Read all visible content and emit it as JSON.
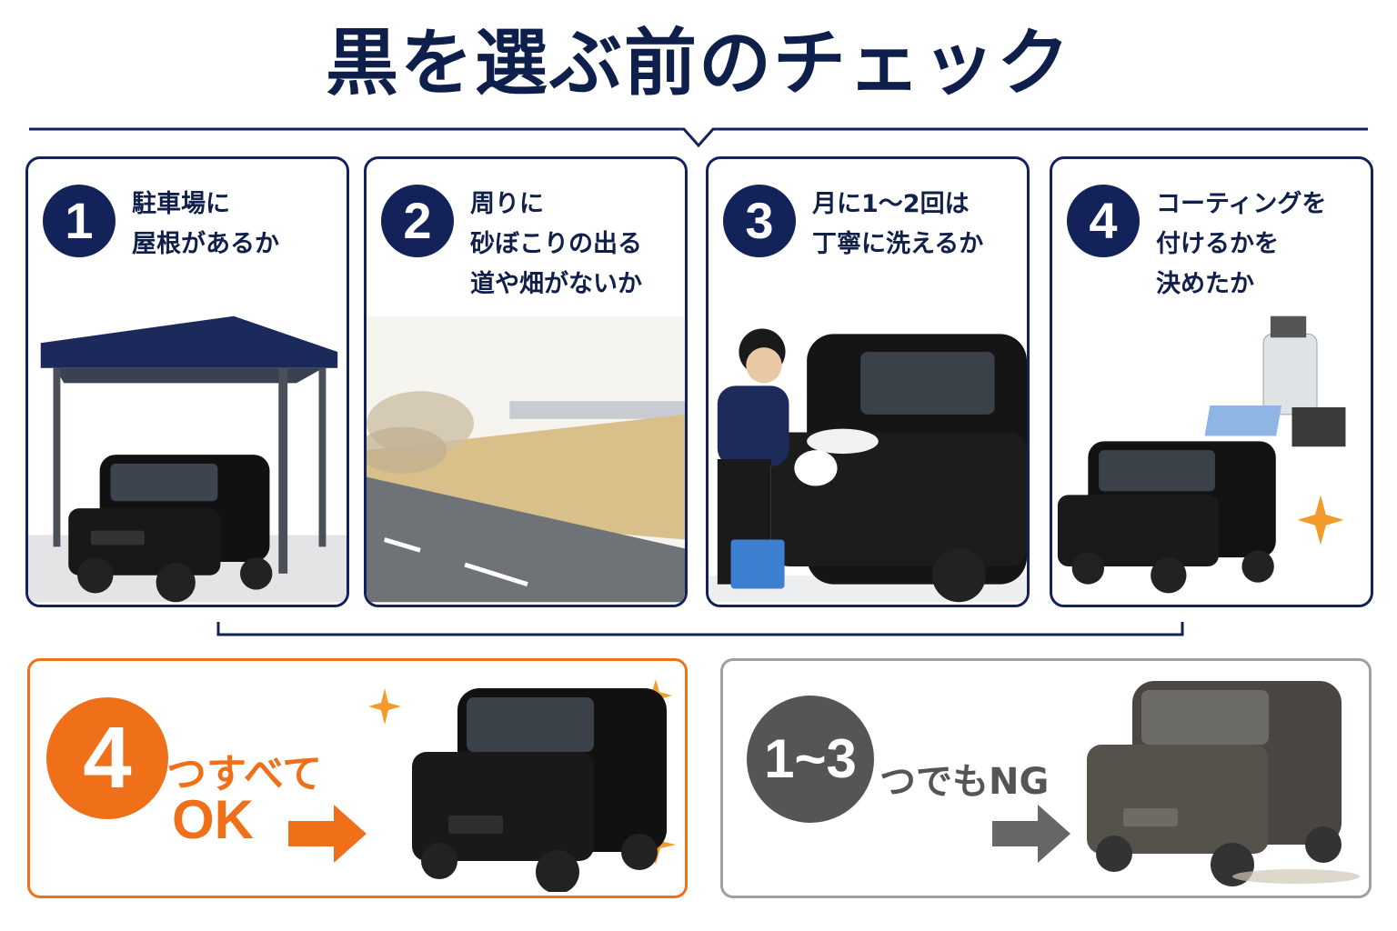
{
  "title": "黒を選ぶ前のチェック",
  "cards": [
    {
      "num": "1",
      "text": "駐車場に\n屋根があるか"
    },
    {
      "num": "2",
      "text": "周りに\n砂ぼこりの出る\n道や畑がないか"
    },
    {
      "num": "3",
      "text": "月に1～2回は\n丁寧に洗えるか"
    },
    {
      "num": "4",
      "text": "コーティングを\n付けるかを\n決めたか"
    }
  ],
  "ok": {
    "number": "4",
    "text1": "つすべて",
    "text2": "OK",
    "color": "#f0701a"
  },
  "ng": {
    "number": "1~3",
    "text": "つでもNG",
    "color": "#555555"
  },
  "colors": {
    "navy": "#13235a",
    "orange": "#f0701a",
    "gray": "#888888"
  }
}
